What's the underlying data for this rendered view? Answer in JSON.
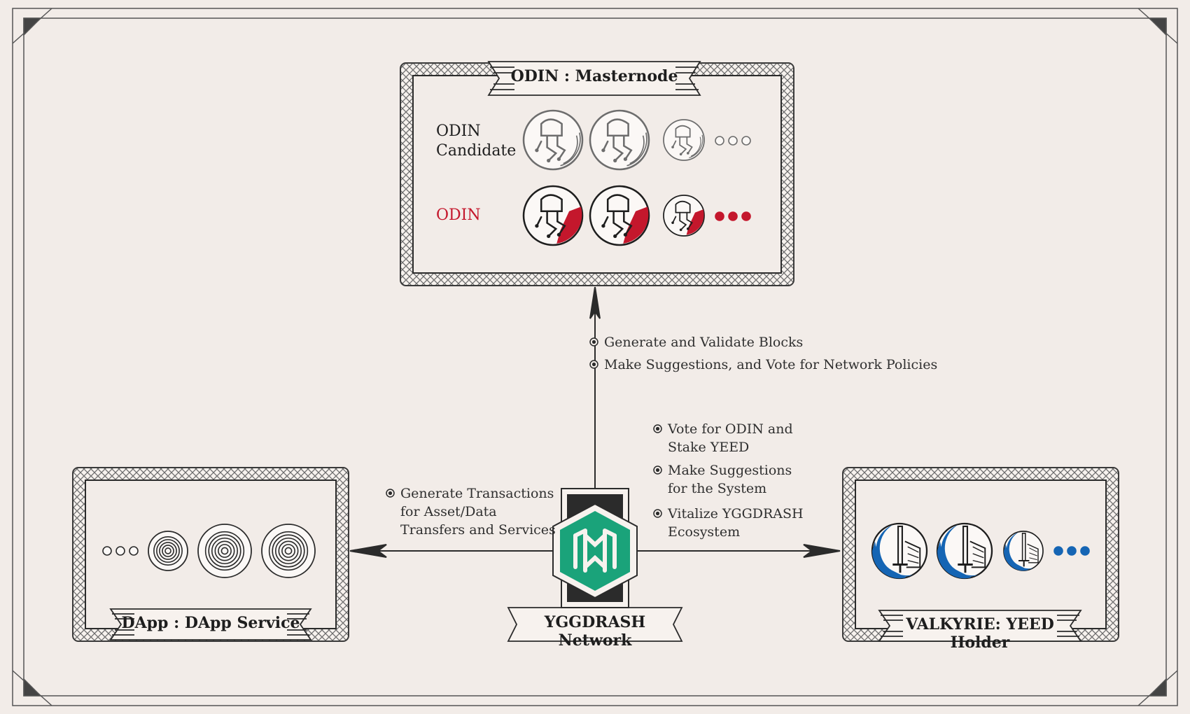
{
  "colors": {
    "background": "#f2ece8",
    "red": "#c4172c",
    "green": "#1aa37a",
    "blue": "#1565b4",
    "ink": "#2b2b2b"
  },
  "odin_box": {
    "title": "ODIN : Masternode",
    "candidate_label": "ODIN\nCandidate",
    "odin_label": "ODIN"
  },
  "dapp_box": {
    "title": "DApp : DApp Service"
  },
  "valkyrie_box": {
    "title": "VALKYRIE: YEED Holder"
  },
  "network": {
    "title": "YGGDRASH Network"
  },
  "edges": {
    "odin": [
      "Generate and Validate Blocks",
      "Make Suggestions, and Vote for Network Policies"
    ],
    "dapp": [
      "Generate Transactions\nfor Asset/Data\nTransfers and Services"
    ],
    "valkyrie": [
      "Vote for ODIN and\nStake YEED",
      "Make Suggestions\nfor the System",
      "Vitalize YGGDRASH\nEcosystem"
    ]
  },
  "icons": {
    "odin_candidate": [
      "viking-helmet-icon",
      "viking-helmet-icon",
      "viking-helmet-icon",
      "ellipsis-hollow-icon"
    ],
    "odin": [
      "viking-helmet-red-icon",
      "viking-helmet-red-icon",
      "viking-helmet-red-icon",
      "ellipsis-red-icon"
    ],
    "dapp": [
      "ellipsis-hollow-icon",
      "concentric-circles-icon",
      "concentric-circles-icon",
      "concentric-circles-icon"
    ],
    "valkyrie": [
      "valkyrie-sword-icon",
      "valkyrie-sword-icon",
      "valkyrie-sword-icon",
      "ellipsis-blue-icon"
    ],
    "network": "yggdrash-hexagon-logo"
  }
}
